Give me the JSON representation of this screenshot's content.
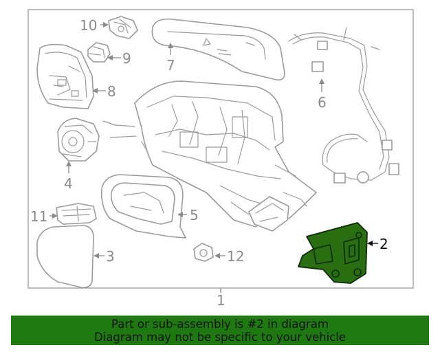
{
  "diagram": {
    "callouts": [
      {
        "id": "1",
        "label": "1"
      },
      {
        "id": "2",
        "label": "2",
        "highlighted": true
      },
      {
        "id": "3",
        "label": "3"
      },
      {
        "id": "4",
        "label": "4"
      },
      {
        "id": "5",
        "label": "5"
      },
      {
        "id": "6",
        "label": "6"
      },
      {
        "id": "7",
        "label": "7"
      },
      {
        "id": "8",
        "label": "8"
      },
      {
        "id": "9",
        "label": "9"
      },
      {
        "id": "10",
        "label": "10"
      },
      {
        "id": "11",
        "label": "11"
      },
      {
        "id": "12",
        "label": "12"
      }
    ],
    "colors": {
      "highlight_fill": "#2a6e12",
      "line_art": "#9a9a9a",
      "label_text": "#8a8a8a"
    }
  },
  "banner": {
    "line1": "Part or sub-assembly is #2 in diagram",
    "line2": "Diagram may not be specific to your vehicle",
    "background": "#1e7a10"
  }
}
